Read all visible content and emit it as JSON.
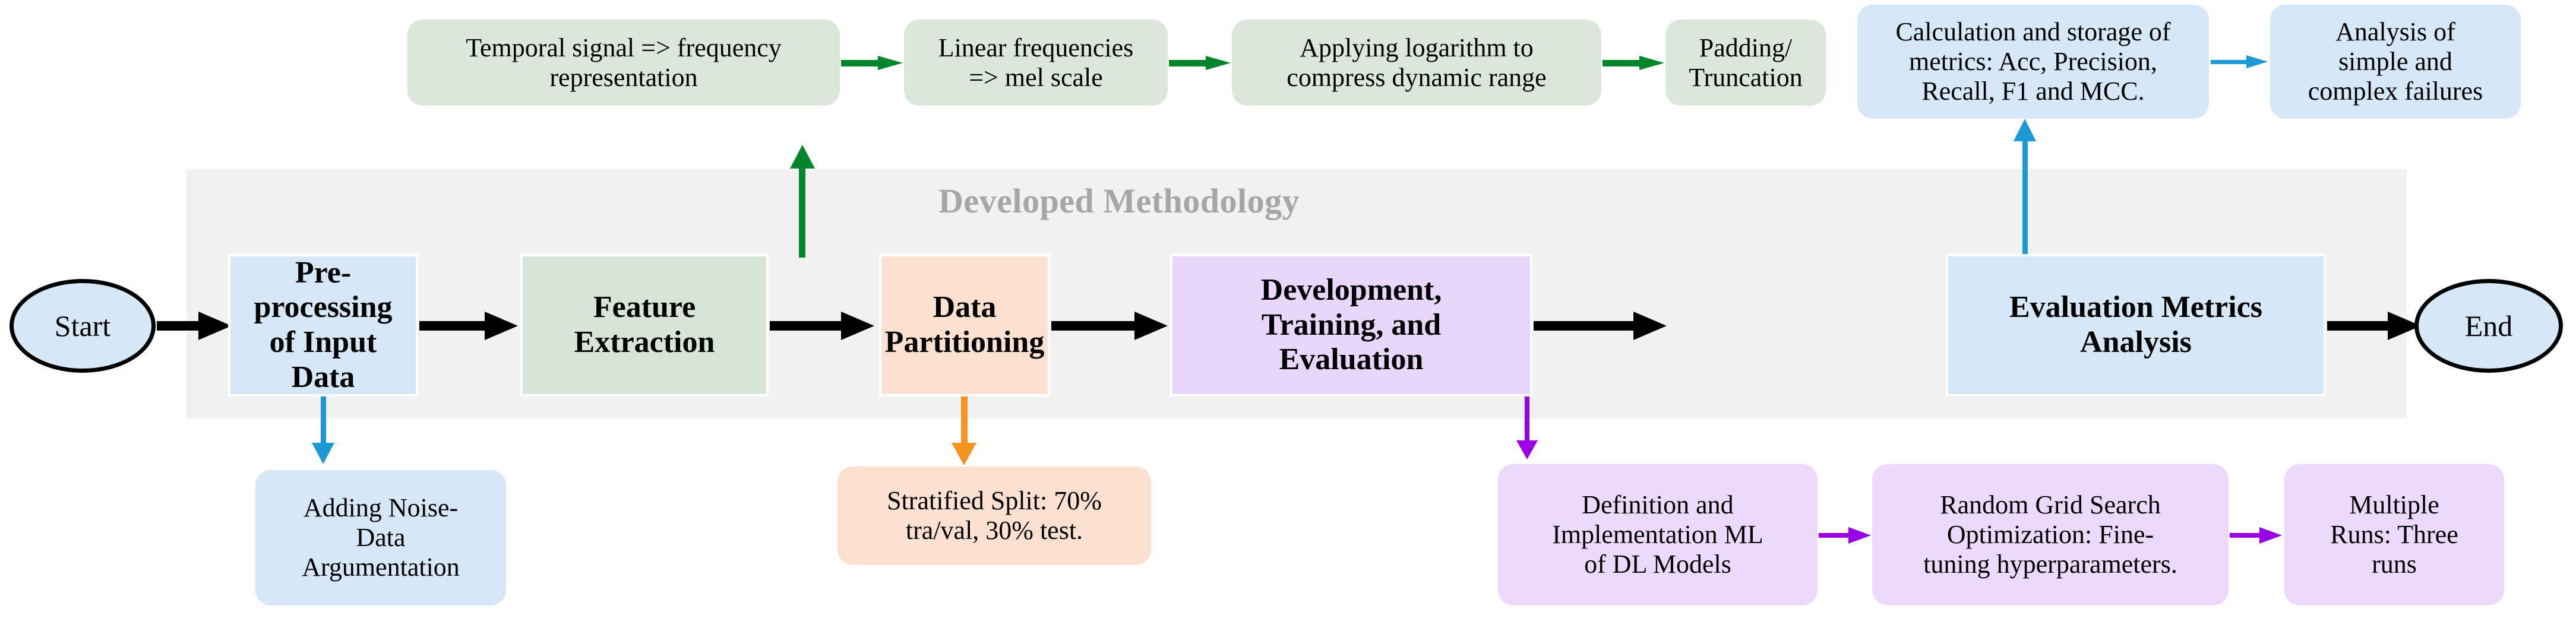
{
  "diagram": {
    "title": "Developed Methodology",
    "terminators": {
      "start": "Start",
      "end": "End"
    },
    "main_stages": [
      {
        "id": "pre-processing",
        "label": "Pre-processing\nof Input Data",
        "color": "#d6e7f7"
      },
      {
        "id": "feature-extraction",
        "label": "Feature Extraction",
        "color": "#d7e5d7"
      },
      {
        "id": "data-partitioning",
        "label": "Data\nPartitioning",
        "color": "#fce0d0"
      },
      {
        "id": "development-training",
        "label": "Development,\nTraining, and\nEvaluation",
        "color": "#e9d7fb"
      },
      {
        "id": "evaluation-metrics",
        "label": "Evaluation Metrics\nAnalysis",
        "color": "#d6e7f7"
      }
    ],
    "feature_extraction_chain": [
      {
        "id": "temporal-frequency",
        "label": "Temporal signal => frequency\nrepresentation"
      },
      {
        "id": "mel-scale",
        "label": "Linear frequencies\n=> mel scale"
      },
      {
        "id": "logarithm",
        "label": "Applying logarithm to\ncompress dynamic range"
      },
      {
        "id": "padding-truncation",
        "label": "Padding/\nTruncation"
      }
    ],
    "evaluation_chain": [
      {
        "id": "metrics-calculation",
        "label": "Calculation and storage of\nmetrics: Acc, Precision,\nRecall, F1 and MCC."
      },
      {
        "id": "failure-analysis",
        "label": "Analysis of\nsimple and\ncomplex failures"
      }
    ],
    "preprocessing_detail": {
      "id": "noise-augmentation",
      "label": "Adding Noise-\nData\nArgumentation"
    },
    "partitioning_detail": {
      "id": "stratified-split",
      "label": "Stratified Split: 70%\ntra/val, 30% test."
    },
    "development_chain": [
      {
        "id": "model-definition",
        "label": "Definition and\nImplementation ML\nof DL Models"
      },
      {
        "id": "grid-search",
        "label": "Random Grid Search\nOptimization: Fine-\ntuning hyperparameters."
      },
      {
        "id": "multiple-runs",
        "label": "Multiple\nRuns: Three\nruns"
      }
    ],
    "colors": {
      "band": "#f1f1f1",
      "title": "#a6a6a6",
      "blue_box": "#d6e7f7",
      "green_box": "#d7e5d7",
      "green_sat": "#dbe7db",
      "peach_box": "#fce0d0",
      "purple_box": "#e9d7fb",
      "purple_sat": "#ecd9fb",
      "arrow_black": "#000000",
      "arrow_green": "#00862a",
      "arrow_blue": "#1b9ad6",
      "arrow_orange": "#f79420",
      "arrow_purple": "#9900e6"
    }
  }
}
